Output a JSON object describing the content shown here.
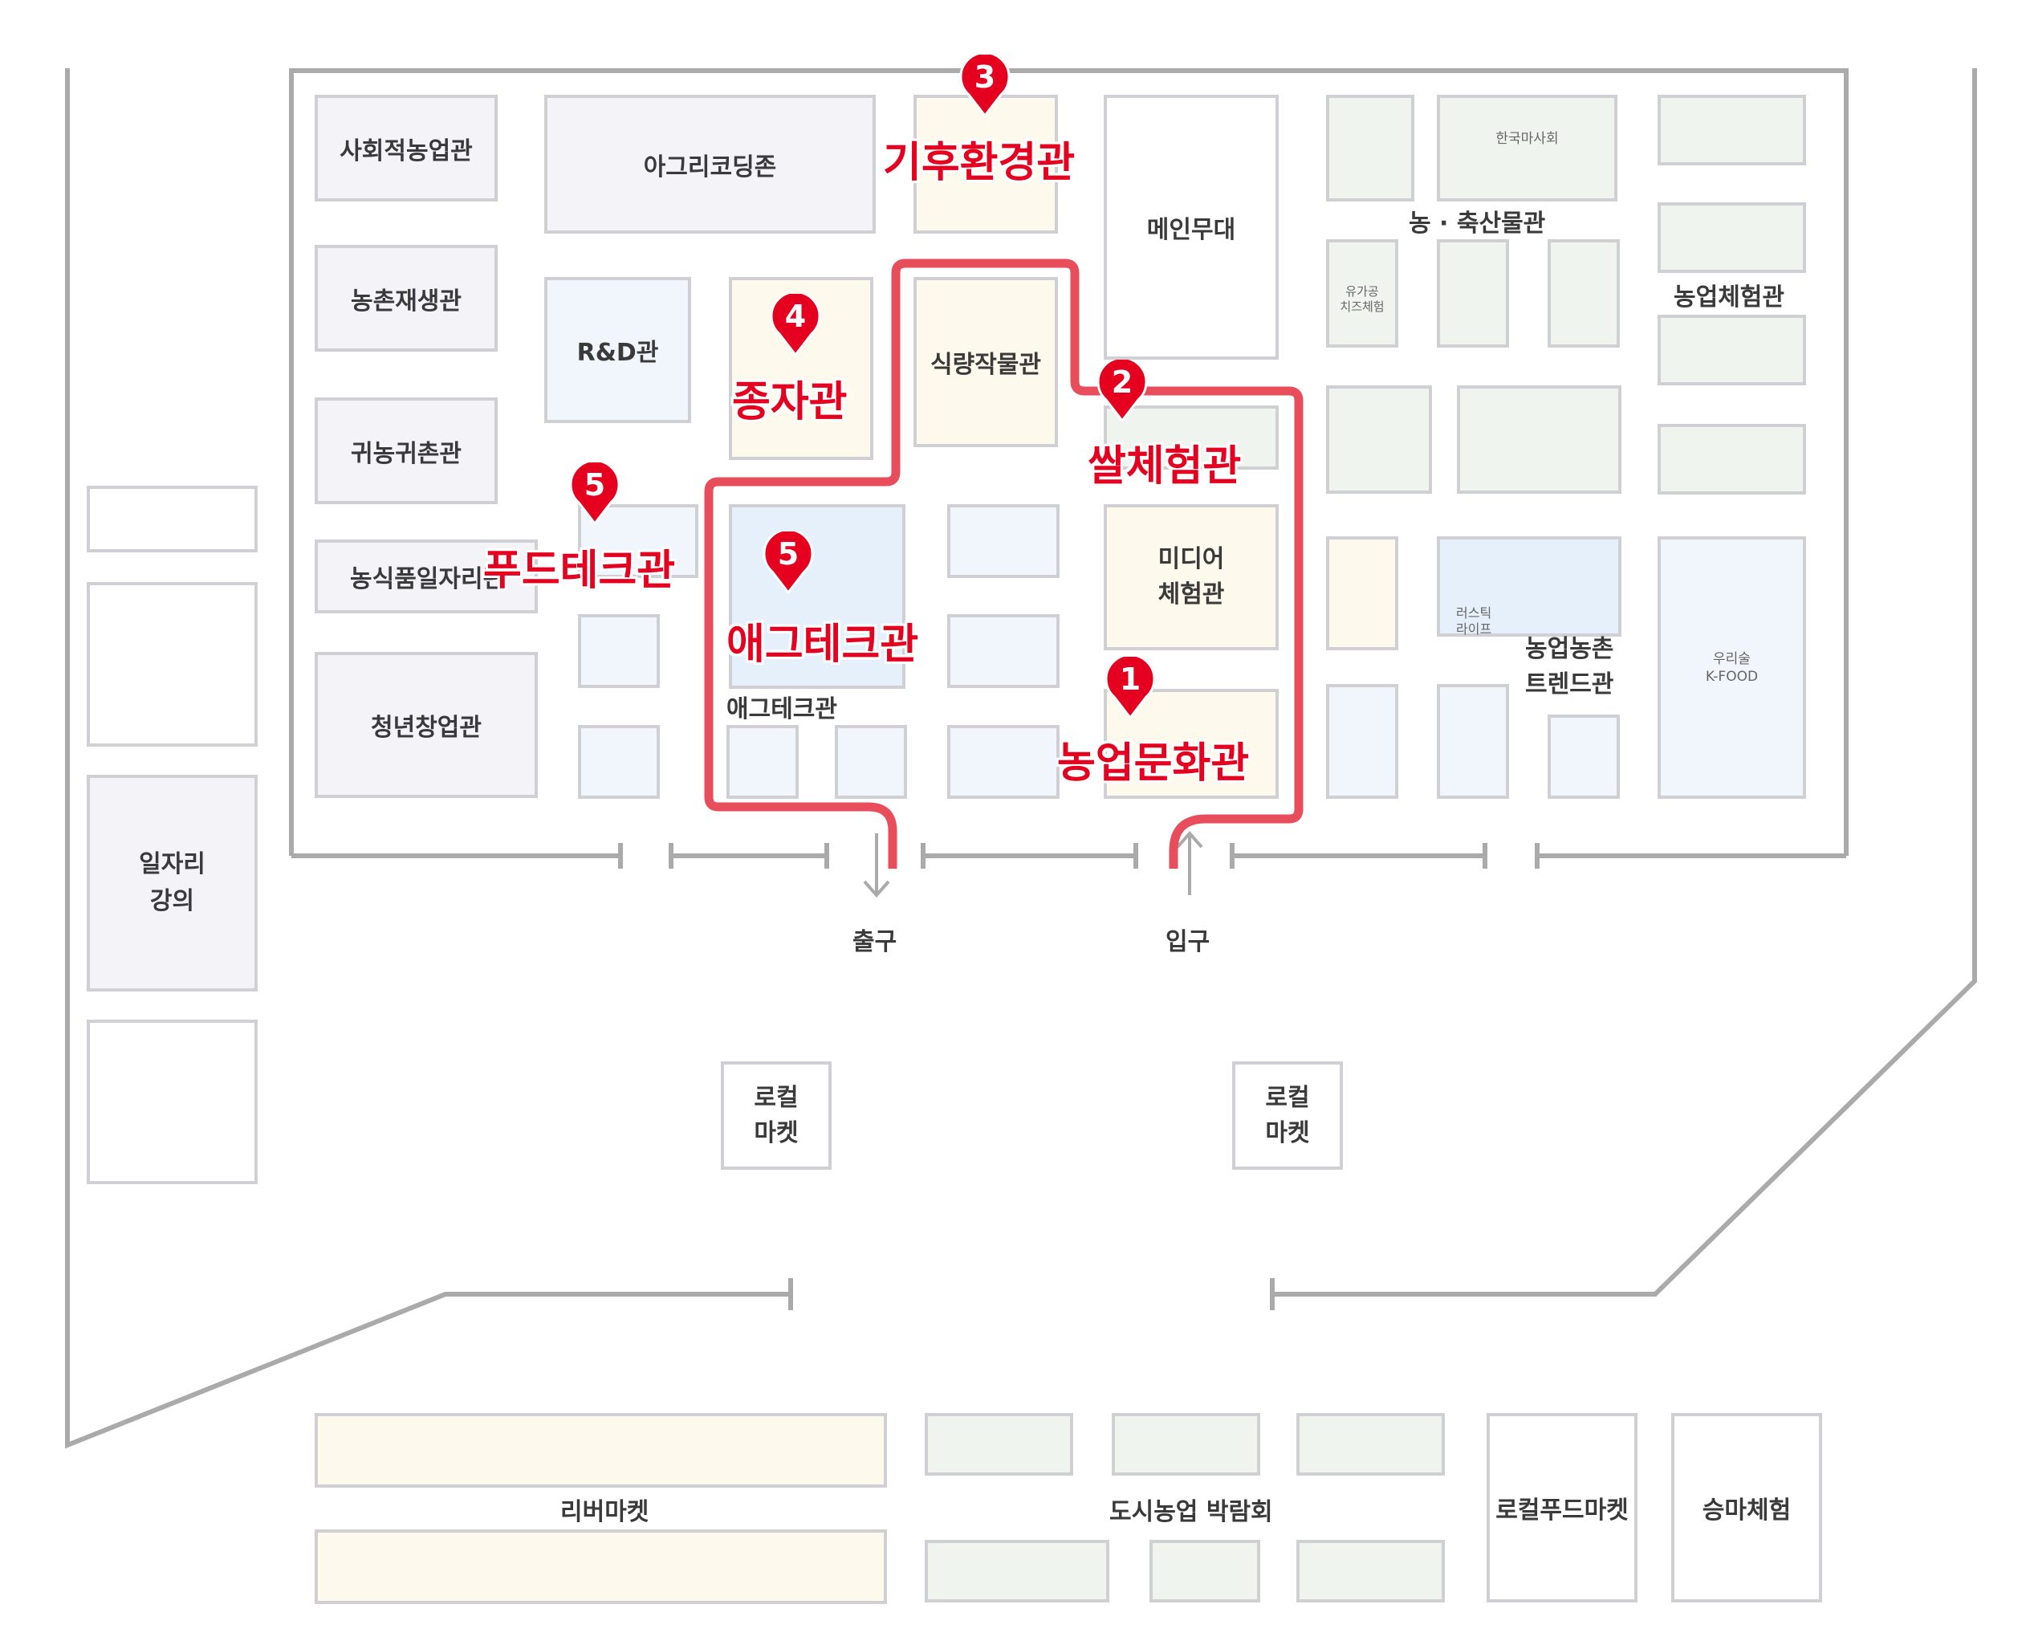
{
  "halls": {
    "social_farming": "사회적농업관",
    "agri_coding": "아그리코딩존",
    "climate_env": "기후환경관",
    "main_stage": "메인무대",
    "horse_society": "한국마사회",
    "livestock": "농 · 축산물관",
    "farm_experience": "농업체험관",
    "rural_regen": "농촌재생관",
    "rnd": "R&D관",
    "seed": "종자관",
    "food_crops": "식량작물관",
    "dairy_line1": "유가공",
    "dairy_line2": "치즈체험",
    "rice_exp": "쌀체험관",
    "return_farm": "귀농귀촌관",
    "food_tech": "푸드테크관",
    "agtech": "애그테크관",
    "agri_food_jobs": "농식품일자리관",
    "media_line1": "미디어",
    "media_line2": "체험관",
    "rustic_line1": "러스틱",
    "rustic_line2": "라이프",
    "trend_line1": "농업농촌",
    "trend_line2": "트렌드관",
    "kfood_line1": "우리술",
    "kfood_line2": "K-FOOD",
    "youth_startup": "청년창업관",
    "agtech_label": "애그테크관",
    "agri_culture": "농업문화관",
    "jobs_line1": "일자리",
    "jobs_line2": "강의",
    "exit": "출구",
    "entrance": "입구",
    "local_market_line1": "로컬",
    "local_market_line2": "마켓",
    "river_market": "리버마켓",
    "urban_farm_expo": "도시농업 박람회",
    "local_food_market": "로컬푸드마켓",
    "horse_riding": "승마체험"
  },
  "route": {
    "highlights": [
      {
        "num": "1",
        "name": "농업문화관"
      },
      {
        "num": "2",
        "name": "쌀체험관"
      },
      {
        "num": "3",
        "name": "기후환경관"
      },
      {
        "num": "4",
        "name": "종자관"
      },
      {
        "num": "5",
        "name": "푸드테크관"
      },
      {
        "num": "5",
        "name": "애그테크관"
      }
    ],
    "color": "#e84d5b",
    "pin_color": "#e4001e"
  }
}
